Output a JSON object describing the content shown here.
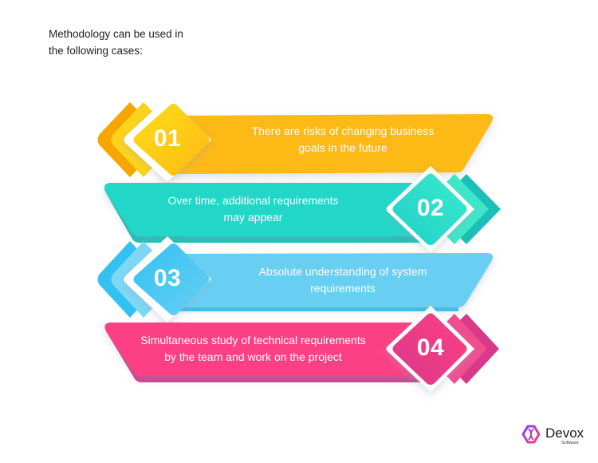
{
  "intro": {
    "line1": "Methodology can be used in",
    "line2": "the following cases:"
  },
  "cases": [
    {
      "number": "01",
      "line1": "There are risks of changing business",
      "line2": "goals in the future",
      "color": "#fdb913",
      "dark": "#f7a600",
      "light": "#fdd31a",
      "side": "left"
    },
    {
      "number": "02",
      "line1": "Over time, additional requirements",
      "line2": "may appear",
      "color": "#22d6c8",
      "dark": "#1bbfb7",
      "light": "#3ce8c8",
      "side": "right"
    },
    {
      "number": "03",
      "line1": "Absolute understanding of system",
      "line2": "requirements",
      "color": "#67cff3",
      "dark": "#33c1f1",
      "light": "#7dd8f6",
      "side": "left"
    },
    {
      "number": "04",
      "line1": "Simultaneous study of technical requirements",
      "line2": "by the team and work on the project",
      "color": "#fd3f83",
      "dark": "#d9398a",
      "light": "#f04d8e",
      "side": "right"
    }
  ],
  "logo": {
    "brand": "Devox",
    "sub": "Software",
    "gradient_start": "#7b3ff2",
    "gradient_end": "#ff3d7f"
  }
}
